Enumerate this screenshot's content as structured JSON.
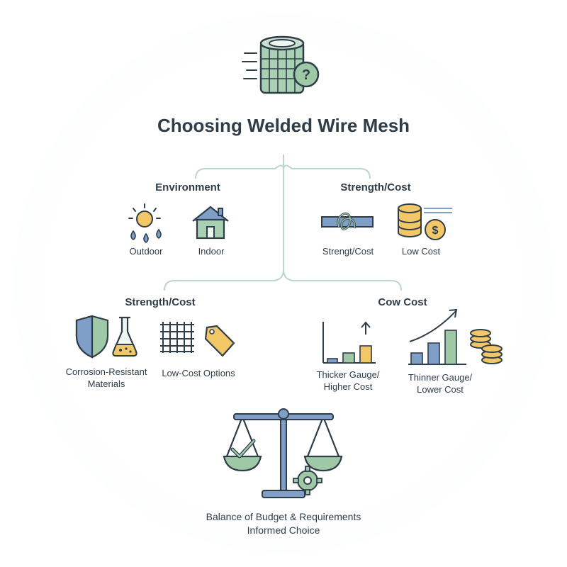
{
  "title": "Choosing Welded Wire Mesh",
  "top_left": {
    "heading": "Environment",
    "items": [
      {
        "label": "Outdoor",
        "icon": "sun-rain-icon"
      },
      {
        "label": "Indoor",
        "icon": "house-icon"
      }
    ]
  },
  "top_right": {
    "heading": "Strength/Cost",
    "items": [
      {
        "label": "Strengt/Cost",
        "icon": "knot-icon"
      },
      {
        "label": "Low Cost",
        "icon": "coins-dollar-icon"
      }
    ]
  },
  "bottom_left": {
    "heading": "Strength/Cost",
    "items": [
      {
        "label_line1": "Corrosion-Resistant",
        "label_line2": "Materials",
        "icon": "shield-flask-icon"
      },
      {
        "label": "Low-Cost Options",
        "icon": "mesh-tag-icon"
      }
    ]
  },
  "bottom_right": {
    "heading": "Cow Cost",
    "items": [
      {
        "label_line1": "Thicker Gauge/",
        "label_line2": "Higher Cost",
        "icon": "bar-chart-up-icon"
      },
      {
        "label_line1": "Thinner Gauge/",
        "label_line2": "Lower Cost",
        "icon": "bar-chart-coins-icon"
      }
    ]
  },
  "footer": {
    "line1": "Balance of Budget & Requirements",
    "line2": "Informed Choice",
    "icon": "balance-scale-icon"
  },
  "colors": {
    "green": "#9fc9a6",
    "dark": "#2f3d49",
    "blue": "#7f9fc9",
    "gold": "#f2c767",
    "line": "#b9d8c7"
  }
}
